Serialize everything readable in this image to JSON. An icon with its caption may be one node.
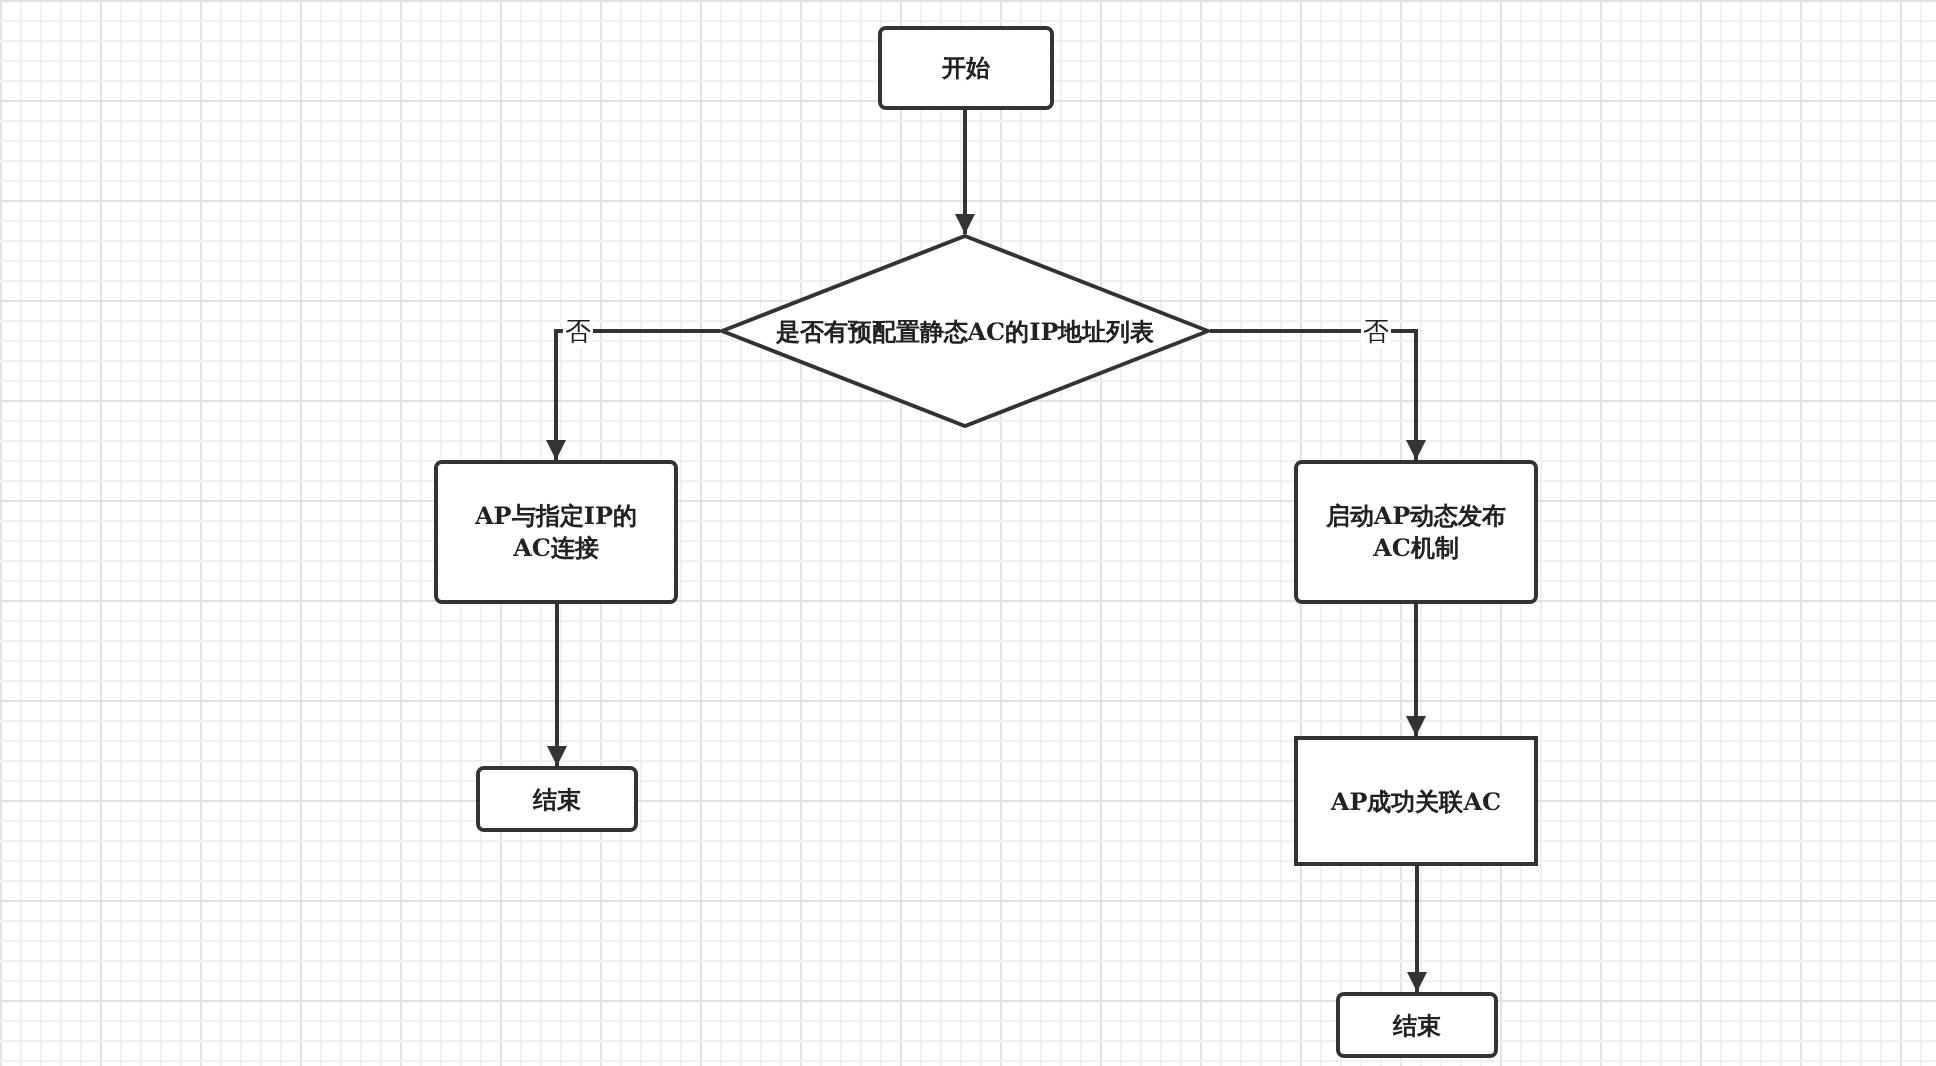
{
  "diagram": {
    "nodes": [
      {
        "text": [
          "开始"
        ]
      },
      {
        "text": [
          "是否有预配置静态AC的IP地址列表"
        ]
      },
      {
        "text": [
          "AP与指定IP的AC连接"
        ]
      },
      {
        "text": [
          "启动AP动态发布AC机制"
        ]
      },
      {
        "text": [
          "结束"
        ]
      },
      {
        "text": [
          "AP成功关联AC"
        ]
      },
      {
        "text": [
          "结束"
        ]
      }
    ],
    "edges": [
      {
        "from": 0,
        "to": 1,
        "arrow": "to"
      },
      {
        "from": 1,
        "to": 2,
        "arrow": "to",
        "label": "否"
      },
      {
        "from": 1,
        "to": 3,
        "arrow": "to",
        "label": "否"
      },
      {
        "from": 2,
        "to": 4,
        "arrow": "to"
      },
      {
        "from": 3,
        "to": 5,
        "arrow": "to"
      },
      {
        "from": 5,
        "to": 6,
        "arrow": "to"
      }
    ]
  }
}
